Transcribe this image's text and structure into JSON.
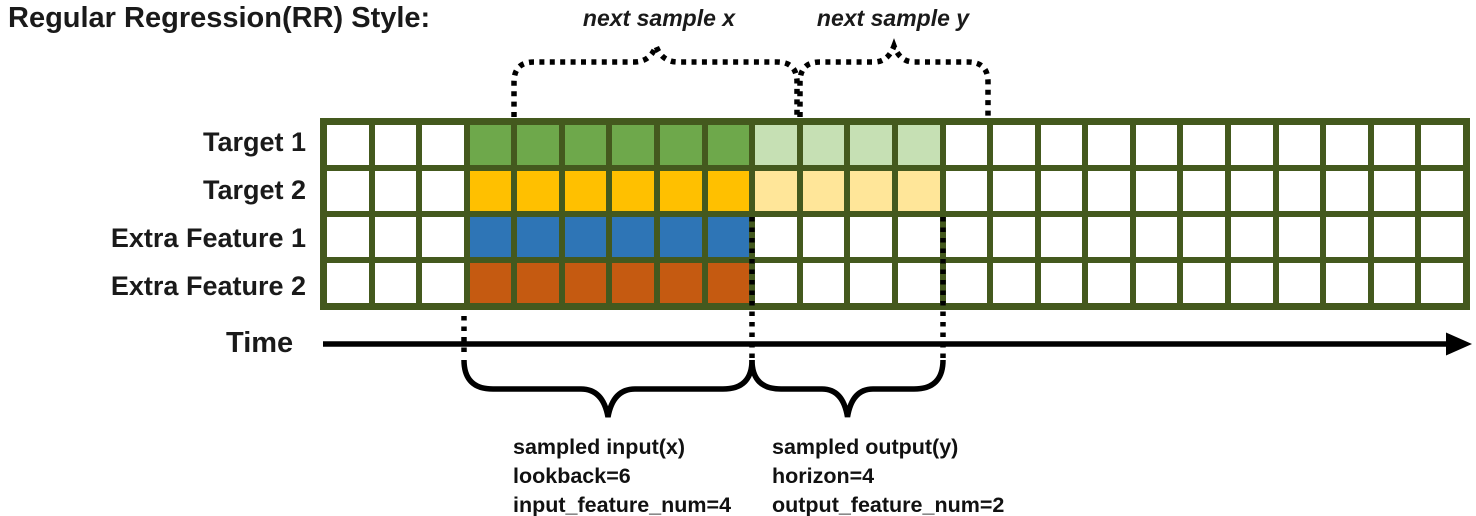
{
  "title": "Regular Regression(RR) Style:",
  "annotations": {
    "next_sample_x": "next sample x",
    "next_sample_y": "next sample y",
    "time_label": "Time"
  },
  "captions": {
    "input": [
      "sampled input(x)",
      "lookback=6",
      "input_feature_num=4"
    ],
    "output": [
      "sampled output(y)",
      "horizon=4",
      "output_feature_num=2"
    ]
  },
  "grid": {
    "columns": 24,
    "input_start": 3,
    "lookback": 6,
    "horizon": 4,
    "grid_color": "#44591E",
    "empty_cell_color": "#FFFFFF",
    "rows": [
      {
        "label": "Target 1",
        "input_color": "#6EA84B",
        "output_color": "#C6E0B4"
      },
      {
        "label": "Target 2",
        "input_color": "#FFC000",
        "output_color": "#FFE699"
      },
      {
        "label": "Extra Feature 1",
        "input_color": "#2E75B6",
        "output_color": null
      },
      {
        "label": "Extra Feature 2",
        "input_color": "#C55A11",
        "output_color": null
      }
    ]
  }
}
